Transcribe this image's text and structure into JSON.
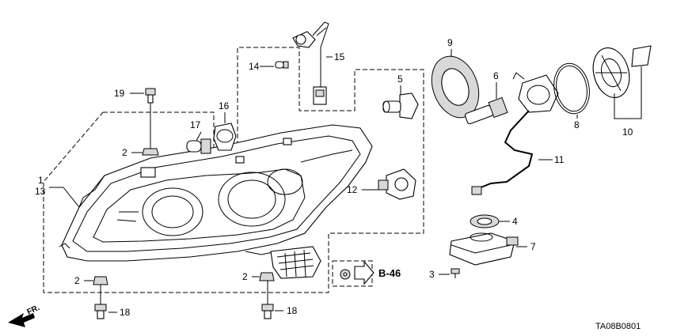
{
  "diagram": {
    "callouts": {
      "p1": "1",
      "p13": "13",
      "p2a": "2",
      "p2b": "2",
      "p2c": "2",
      "p3": "3",
      "p4": "4",
      "p5": "5",
      "p6": "6",
      "p7": "7",
      "p8": "8",
      "p9": "9",
      "p10": "10",
      "p11": "11",
      "p12": "12",
      "p14": "14",
      "p15": "15",
      "p16": "16",
      "p17": "17",
      "p18a": "18",
      "p18b": "18",
      "p19": "19"
    },
    "reference": "B-46",
    "direction": "FR.",
    "drawing_code": "TA08B0801"
  }
}
